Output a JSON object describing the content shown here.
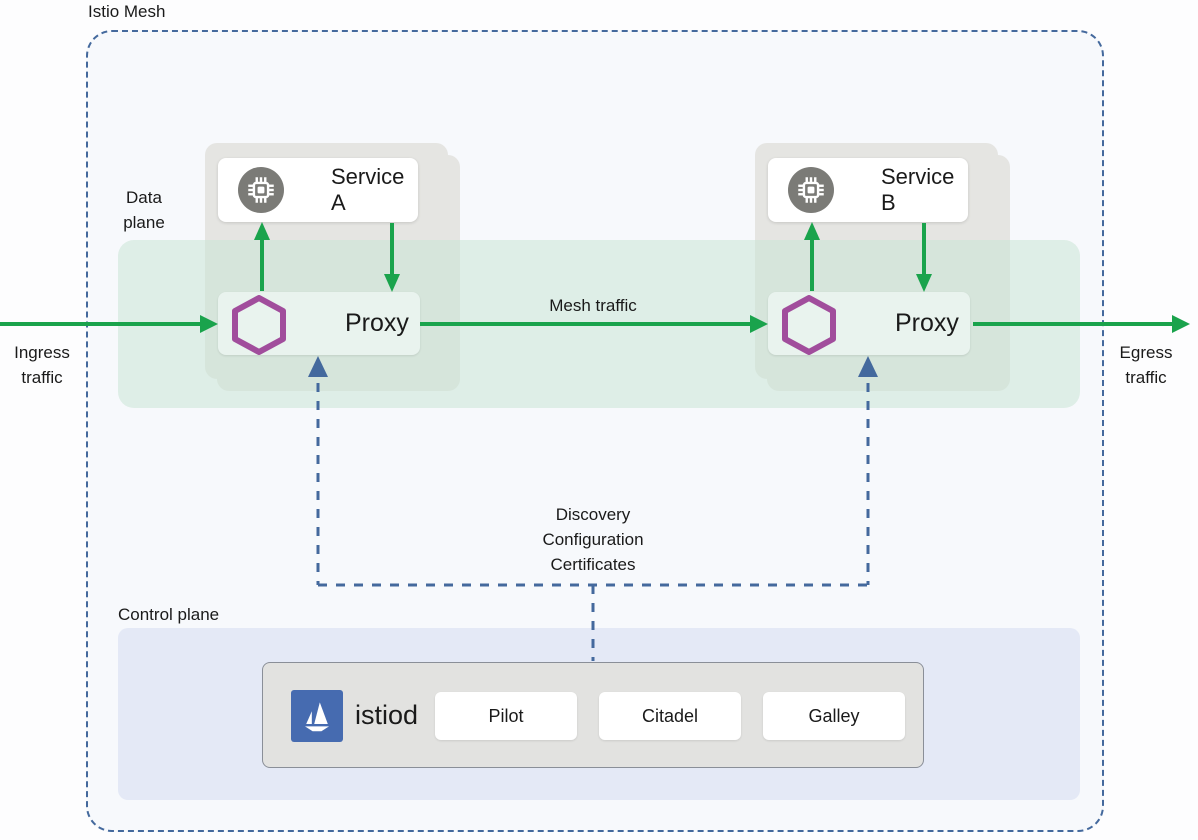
{
  "diagram_title": "Istio Mesh",
  "colors": {
    "arrow_green": "#1aa34c",
    "dash_blue": "#44699d",
    "hexagon_purple": "#a14d9c",
    "istio_blue": "#466bb0",
    "band_green": "rgba(203,229,214,0.55)",
    "control_plane_bg": "#e4e9f6",
    "card_gray": "#e5e5e2",
    "proxy_bg": "#e9f3ee",
    "mesh_bg": "#f7f9fc"
  },
  "labels": {
    "data_plane": "Data plane",
    "control_plane": "Control plane",
    "ingress": "Ingress traffic",
    "egress": "Egress traffic",
    "mesh_traffic": "Mesh traffic"
  },
  "services": [
    {
      "label": "Service A",
      "icon": "chip-icon"
    },
    {
      "label": "Service B",
      "icon": "chip-icon"
    }
  ],
  "proxies": [
    {
      "label": "Proxy",
      "icon": "hexagon-icon"
    },
    {
      "label": "Proxy",
      "icon": "hexagon-icon"
    }
  ],
  "connector_labels": [
    "Discovery",
    "Configuration",
    "Certificates"
  ],
  "control_plane": {
    "istiod_label": "istiod",
    "istiod_icon": "istio-sail-icon",
    "components": [
      "Pilot",
      "Citadel",
      "Galley"
    ]
  }
}
